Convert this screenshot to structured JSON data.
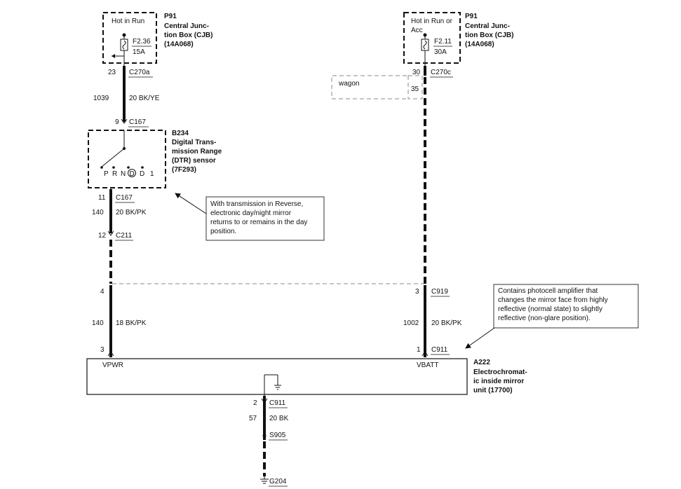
{
  "fuse_box_left": {
    "condition": "Hot in Run",
    "id": "P91",
    "name_lines": [
      "Central Junc-",
      "tion Box (CJB)",
      "(14A068)"
    ],
    "fuse_id": "F2.36",
    "fuse_rating": "15A"
  },
  "fuse_box_right": {
    "condition_lines": [
      "Hot in Run or",
      "Acc"
    ],
    "id": "P91",
    "name_lines": [
      "Central Junc-",
      "tion Box (CJB)",
      "(14A068)"
    ],
    "fuse_id": "F2.11",
    "fuse_rating": "30A"
  },
  "connectors": {
    "left_top_pin": "23",
    "left_top_conn": "C270a",
    "left_wire_circuit": "1039",
    "left_wire_color": "20 BK/YE",
    "sensor_in_pin": "9",
    "sensor_in_conn": "C167",
    "sensor_out_pin": "11",
    "sensor_out_conn": "C167",
    "mid_wire_circuit": "140",
    "mid_wire_color": "20 BK/PK",
    "c211_pin": "12",
    "c211_conn": "C211",
    "left_lower_top_pin": "4",
    "left_lower_circuit": "140",
    "left_lower_color": "18 BK/PK",
    "left_lower_bottom_pin": "3",
    "right_top_pin": "30",
    "right_top_conn": "C270c",
    "wagon_pin": "35",
    "right_c919_pin": "3",
    "right_c919_conn": "C919",
    "right_circuit": "1002",
    "right_color": "20 BK/PK",
    "right_c911_pin": "1",
    "right_c911_conn": "C911",
    "ground_pin": "2",
    "ground_conn": "C911",
    "ground_circuit": "57",
    "ground_color": "20 BK",
    "splice": "S905",
    "ground": "G204"
  },
  "wagon_label": "wagon",
  "sensor": {
    "id": "B234",
    "name_lines": [
      "Digital Trans-",
      "mission Range",
      "(DTR) sensor",
      "(7F293)"
    ],
    "positions": [
      "P",
      "R",
      "N",
      "D",
      "D",
      "1"
    ]
  },
  "note_reverse_lines": [
    "With transmission in Reverse,",
    "electronic day/night mirror",
    "returns to or remains in the day",
    "position."
  ],
  "note_photocell_lines": [
    "Contains photocell amplifier that",
    "changes the mirror face from highly",
    "reflective (normal state) to slightly",
    "reflective (non-glare position)."
  ],
  "mirror": {
    "id": "A222",
    "name_lines": [
      "Electrochromat-",
      "ic inside mirror",
      "unit (17700)"
    ],
    "pin_left": "VPWR",
    "pin_right": "VBATT"
  }
}
